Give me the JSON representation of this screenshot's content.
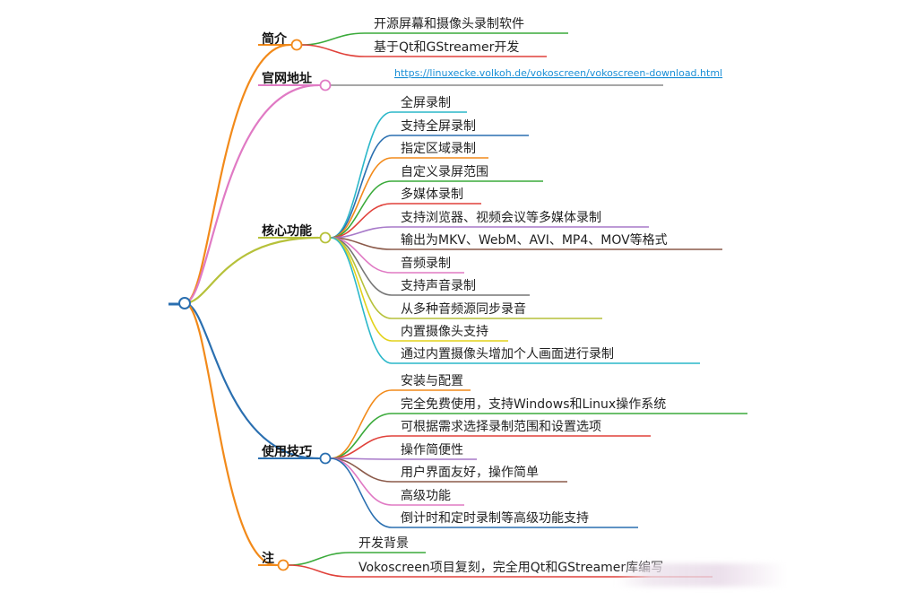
{
  "colors": {
    "trunk": "#2a6fb0",
    "jianjie": "#f28a1a",
    "guanwang": "#e07ac4",
    "hexin": "#b6c13a",
    "shiyong": "#2a6fb0",
    "zhu": "#f28a1a",
    "url": "#1a8fd6"
  },
  "mindmap": {
    "branches": [
      {
        "id": "jianjie",
        "label": "简介",
        "leaves": [
          {
            "text": "开源屏幕和摄像头录制软件",
            "color": "#3aaa3a"
          },
          {
            "text": "基于Qt和GStreamer开发",
            "color": "#e0413a"
          }
        ]
      },
      {
        "id": "guanwang",
        "label": "官网地址",
        "leaves": [
          {
            "text": "https://linuxecke.volkoh.de/vokoscreen/vokoscreen-download.html",
            "color": "#8a8a8a",
            "is_link": true
          }
        ]
      },
      {
        "id": "hexin",
        "label": "核心功能",
        "leaves": [
          {
            "text": "全屏录制",
            "color": "#2ab7c9"
          },
          {
            "text": "支持全屏录制",
            "color": "#2a6fb0"
          },
          {
            "text": "指定区域录制",
            "color": "#f28a1a"
          },
          {
            "text": "自定义录屏范围",
            "color": "#3aaa3a"
          },
          {
            "text": "多媒体录制",
            "color": "#e0413a"
          },
          {
            "text": "支持浏览器、视频会议等多媒体录制",
            "color": "#a779c9"
          },
          {
            "text": "输出为MKV、WebM、AVI、MP4、MOV等格式",
            "color": "#8b5a4a"
          },
          {
            "text": "音频录制",
            "color": "#e07ac4"
          },
          {
            "text": "支持声音录制",
            "color": "#777777"
          },
          {
            "text": "从多种音频源同步录音",
            "color": "#b6c13a"
          },
          {
            "text": "内置摄像头支持",
            "color": "#e3d21a"
          },
          {
            "text": "通过内置摄像头增加个人画面进行录制",
            "color": "#2ab7c9"
          }
        ]
      },
      {
        "id": "shiyong",
        "label": "使用技巧",
        "leaves": [
          {
            "text": "安装与配置",
            "color": "#f28a1a"
          },
          {
            "text": "完全免费使用，支持Windows和Linux操作系统",
            "color": "#3aaa3a"
          },
          {
            "text": "可根据需求选择录制范围和设置选项",
            "color": "#e0413a"
          },
          {
            "text": "操作简便性",
            "color": "#a779c9"
          },
          {
            "text": "用户界面友好，操作简单",
            "color": "#8b5a4a"
          },
          {
            "text": "高级功能",
            "color": "#e07ac4"
          },
          {
            "text": "倒计时和定时录制等高级功能支持",
            "color": "#2a6fb0"
          }
        ]
      },
      {
        "id": "zhu",
        "label": "注",
        "leaves": [
          {
            "text": "开发背景",
            "color": "#3aaa3a"
          },
          {
            "text": "Vokoscreen项目复刻，完全用Qt和GStreamer库编写",
            "color": "#e0413a"
          }
        ]
      }
    ]
  }
}
